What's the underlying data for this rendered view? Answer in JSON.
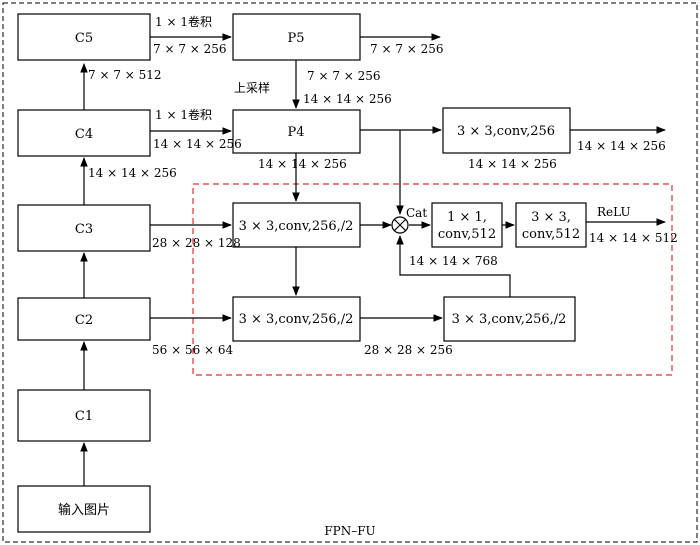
{
  "caption": "FPN–FU",
  "colors": {
    "border": "#000000",
    "region": "#e03030"
  },
  "boxes": {
    "c5": "C5",
    "c4": "C4",
    "c3": "C3",
    "c2": "C2",
    "c1": "C1",
    "input": "输入图片",
    "p5": "P5",
    "p4": "P4",
    "p4_conv": "3 × 3,conv,256",
    "down1": "3 × 3,conv,256,/2",
    "down2": "3 × 3,conv,256,/2",
    "down3": "3 × 3,conv,256,/2",
    "conv1x1_l1": "1 × 1,",
    "conv1x1_l2": "conv,512",
    "conv3x3_l1": "3 × 3,",
    "conv3x3_l2": "conv,512"
  },
  "labels": {
    "c5_p5_op": "1 × 1卷积",
    "c5_p5_size": "7 × 7 × 256",
    "p5_out": "7 × 7 × 256",
    "c4_c5": "7 × 7 × 512",
    "upsample": "上采样",
    "p5_p4_a": "7 × 7 × 256",
    "p5_p4_b": "14 × 14 × 256",
    "c4_p4_op": "1 × 1卷积",
    "c4_p4_size": "14 × 14 × 256",
    "p4_conv_in": "14 × 14 × 256",
    "p4_conv_out": "14 × 14 × 256",
    "p4_down": "14 × 14 × 256",
    "c3_c4": "14 × 14 × 256",
    "c3_out": "28 × 28 × 128",
    "c2_out": "56 × 56 × 64",
    "down_bottom": "28 × 28 × 256",
    "cat": "Cat",
    "cat_in": "14 × 14 × 768",
    "relu": "ReLU",
    "final_out": "14 × 14 × 512"
  }
}
